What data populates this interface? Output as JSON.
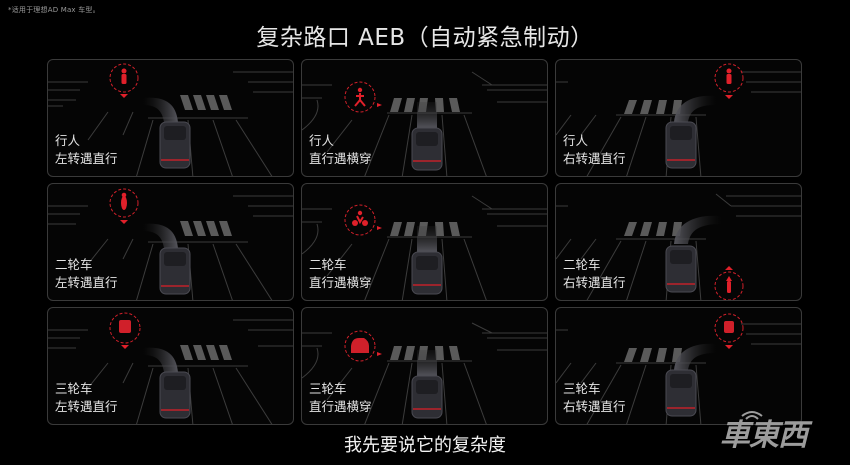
{
  "header": {
    "footnote": "*适用于理想AD Max 车型。",
    "title": "复杂路口 AEB（自动紧急制动）"
  },
  "colors": {
    "background": "#000000",
    "panel_border": "#3a3a3a",
    "target_red": "#e0202a",
    "text": "#e6e6e6",
    "car_body": "#3a3a42"
  },
  "panels": [
    {
      "target": "行人",
      "scenario": "左转遇直行",
      "target_icon": "pedestrian-icon",
      "maneuver": "left-turn"
    },
    {
      "target": "行人",
      "scenario": "直行遇横穿",
      "target_icon": "pedestrian-icon",
      "maneuver": "straight"
    },
    {
      "target": "行人",
      "scenario": "右转遇直行",
      "target_icon": "pedestrian-icon",
      "maneuver": "right-turn"
    },
    {
      "target": "二轮车",
      "scenario": "左转遇直行",
      "target_icon": "two-wheeler-icon",
      "maneuver": "left-turn"
    },
    {
      "target": "二轮车",
      "scenario": "直行遇横穿",
      "target_icon": "two-wheeler-icon",
      "maneuver": "straight"
    },
    {
      "target": "二轮车",
      "scenario": "右转遇直行",
      "target_icon": "two-wheeler-icon",
      "maneuver": "right-turn"
    },
    {
      "target": "三轮车",
      "scenario": "左转遇直行",
      "target_icon": "tricycle-icon",
      "maneuver": "left-turn"
    },
    {
      "target": "三轮车",
      "scenario": "直行遇横穿",
      "target_icon": "tricycle-icon",
      "maneuver": "straight"
    },
    {
      "target": "三轮车",
      "scenario": "右转遇直行",
      "target_icon": "tricycle-icon",
      "maneuver": "right-turn"
    }
  ],
  "subtitle": "我先要说它的复杂度",
  "watermark": {
    "text": "車東西",
    "icon": "wifi-signal-icon"
  }
}
